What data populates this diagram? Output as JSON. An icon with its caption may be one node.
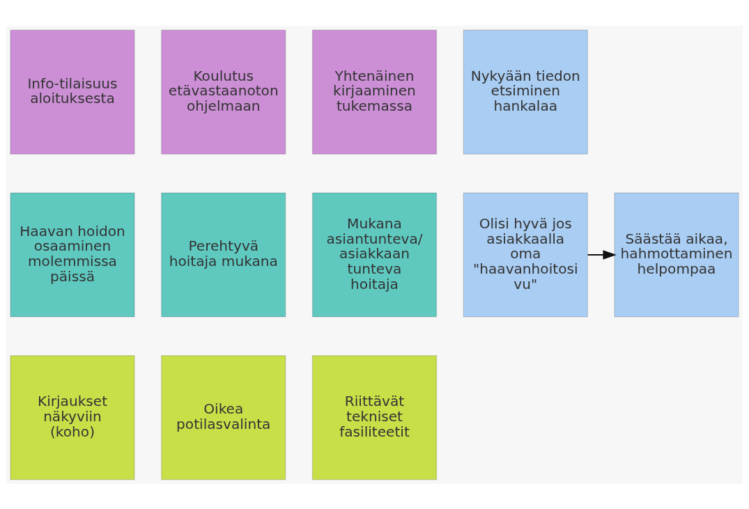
{
  "diagram": {
    "nodes": [
      {
        "text": [
          "Info-tilaisuus aloituksesta"
        ]
      },
      {
        "text": [
          "Koulutus etävastaanoton ohjelmaan"
        ]
      },
      {
        "text": [
          "Yhtenäinen kirjaaminen tukemassa"
        ]
      },
      {
        "text": [
          "Nykyään tiedon etsiminen hankalaa"
        ]
      },
      {
        "text": [
          "Haavan hoidon osaaminen molemmissa päissä"
        ]
      },
      {
        "text": [
          "Perehtyvä hoitaja mukana"
        ]
      },
      {
        "text": [
          "Mukana asiantunteva/ asiakkaan tunteva hoitaja"
        ]
      },
      {
        "text": [
          "Olisi hyvä jos asiakkaalla oma \"haavanhoitosi vu\""
        ]
      },
      {
        "text": [
          "Säästää aikaa, hahmottaminen helpompaa"
        ]
      },
      {
        "text": [
          "Kirjaukset näkyviin (koho)"
        ]
      },
      {
        "text": [
          "Oikea potilasvalinta"
        ]
      },
      {
        "text": [
          "Riittävät tekniset fasiliteetit"
        ]
      }
    ],
    "edges": [
      {
        "from": 7,
        "to": 8,
        "arrow": "to"
      }
    ]
  }
}
